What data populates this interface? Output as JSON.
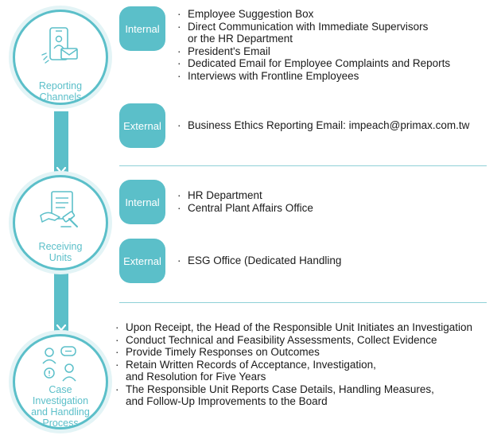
{
  "colors": {
    "accent": "#5bbfc9",
    "accent_light": "#e3f4f6",
    "divider": "#8fd0d7"
  },
  "stages": [
    {
      "label": "Reporting\nChannels",
      "icon": "phone-mail-icon"
    },
    {
      "label": "Receiving\nUnits",
      "icon": "document-gavel-icon"
    },
    {
      "label": "Case\nInvestigation\nand Handling\nProcess",
      "icon": "people-discussion-icon"
    }
  ],
  "reporting": {
    "internal_label": "Internal",
    "internal_items": [
      [
        "Employee Suggestion Box"
      ],
      [
        "Direct Communication with Immediate Supervisors",
        "or the HR Department"
      ],
      [
        "President's Email"
      ],
      [
        "Dedicated Email for Employee Complaints and Reports"
      ],
      [
        "Interviews with Frontline Employees"
      ]
    ],
    "external_label": "External",
    "external_items": [
      [
        "Business Ethics Reporting Email: impeach@primax.com.tw"
      ]
    ]
  },
  "receiving": {
    "internal_label": "Internal",
    "internal_items": [
      [
        "HR Department"
      ],
      [
        "Central Plant Affairs Office"
      ]
    ],
    "external_label": "External",
    "external_items": [
      [
        "ESG Office (Dedicated Handling"
      ]
    ]
  },
  "process": {
    "items": [
      [
        "Upon Receipt, the Head of the Responsible Unit Initiates an Investigation"
      ],
      [
        "Conduct Technical and Feasibility Assessments, Collect Evidence"
      ],
      [
        "Provide Timely Responses on Outcomes"
      ],
      [
        "Retain Written Records of Acceptance, Investigation,",
        "and Resolution for Five Years"
      ],
      [
        "The Responsible Unit Reports Case Details, Handling Measures,",
        "and Follow-Up Improvements to the Board"
      ]
    ]
  }
}
